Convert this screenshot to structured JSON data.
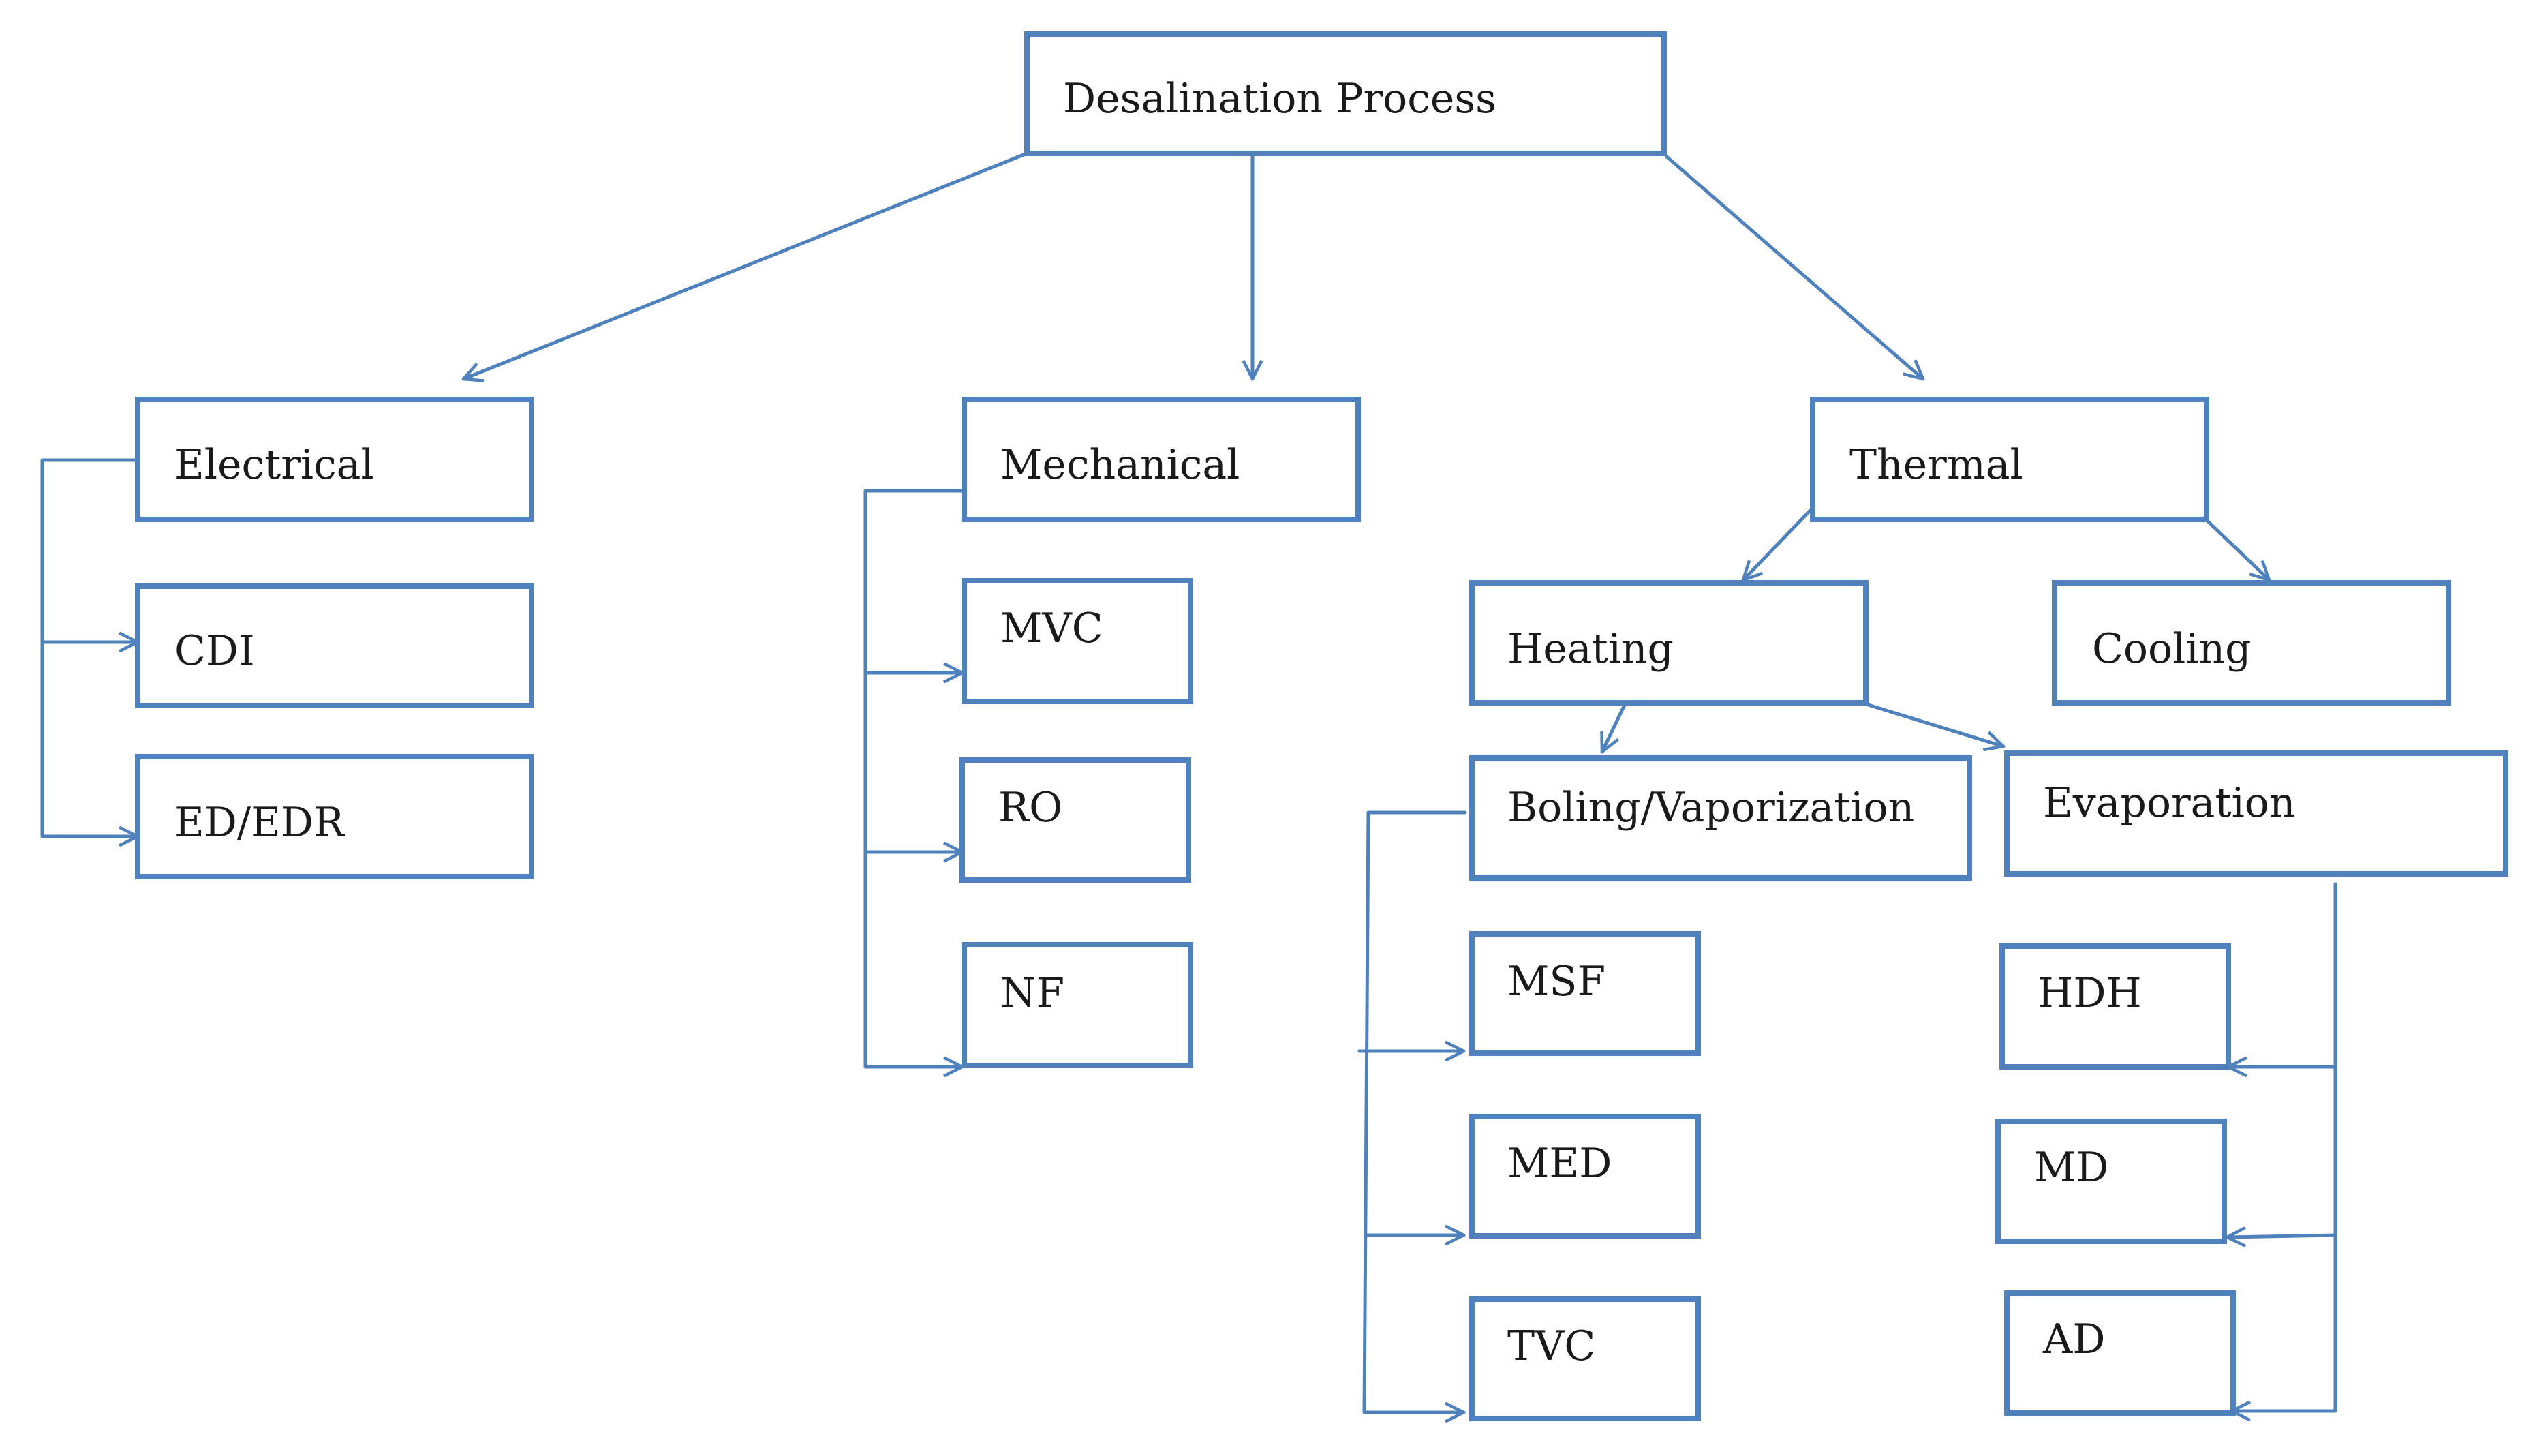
{
  "diagram": {
    "colors": {
      "line": "#4f81bd",
      "text": "#1a1a1a",
      "background": "#ffffff"
    },
    "nodes": {
      "root": "Desalination Process",
      "electrical": "Electrical",
      "cdi": "CDI",
      "ed_edr": "ED/EDR",
      "mechanical": "Mechanical",
      "mvc": "MVC",
      "ro": "RO",
      "nf": "NF",
      "thermal": "Thermal",
      "heating": "Heating",
      "cooling": "Cooling",
      "boiling": "Boling/Vaporization",
      "evaporation": "Evaporation",
      "msf": "MSF",
      "med": "MED",
      "tvc": "TVC",
      "hdh": "HDH",
      "md": "MD",
      "ad": "AD"
    },
    "edges": [
      [
        "root",
        "electrical"
      ],
      [
        "root",
        "mechanical"
      ],
      [
        "root",
        "thermal"
      ],
      [
        "electrical",
        "cdi"
      ],
      [
        "electrical",
        "ed_edr"
      ],
      [
        "mechanical",
        "mvc"
      ],
      [
        "mechanical",
        "ro"
      ],
      [
        "mechanical",
        "nf"
      ],
      [
        "thermal",
        "heating"
      ],
      [
        "thermal",
        "cooling"
      ],
      [
        "heating",
        "boiling"
      ],
      [
        "heating",
        "evaporation"
      ],
      [
        "boiling",
        "msf"
      ],
      [
        "boiling",
        "med"
      ],
      [
        "boiling",
        "tvc"
      ],
      [
        "evaporation",
        "hdh"
      ],
      [
        "evaporation",
        "md"
      ],
      [
        "evaporation",
        "ad"
      ]
    ]
  }
}
